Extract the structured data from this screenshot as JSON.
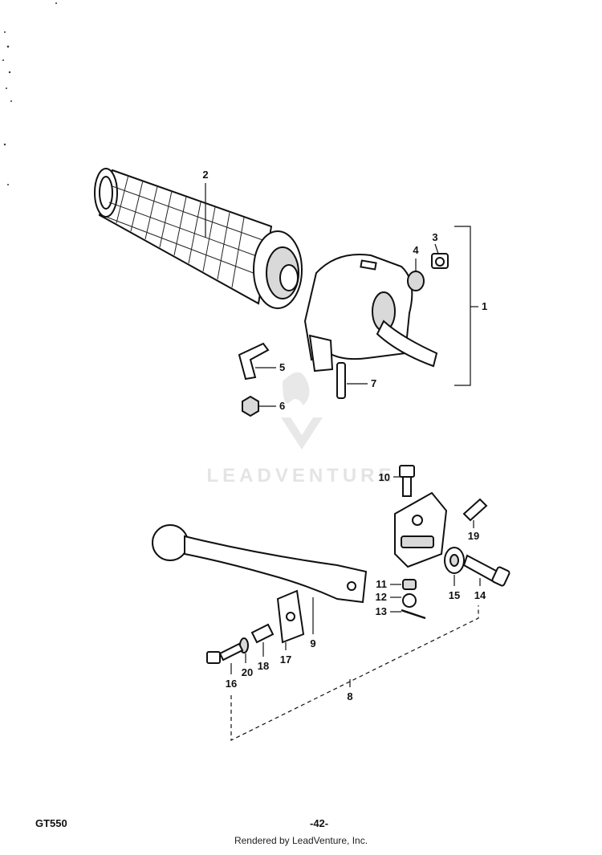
{
  "diagram": {
    "callouts": [
      "1",
      "2",
      "3",
      "4",
      "5",
      "6",
      "7",
      "8",
      "9",
      "10",
      "11",
      "12",
      "13",
      "14",
      "15",
      "16",
      "17",
      "18",
      "19",
      "20"
    ],
    "watermark": "LEADVENTURE"
  },
  "footer": {
    "model": "GT550",
    "page": "-42-",
    "credit": "Rendered by LeadVenture, Inc."
  }
}
